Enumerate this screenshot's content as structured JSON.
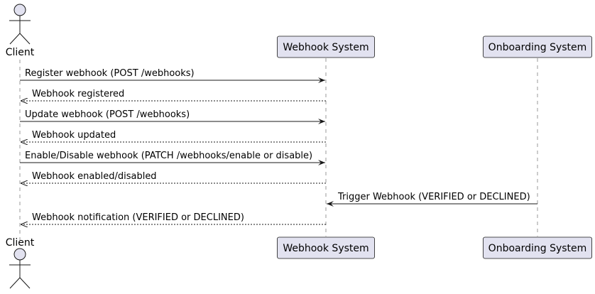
{
  "colors": {
    "participant_fill": "#E2E2F0",
    "participant_stroke": "#181818",
    "lifeline": "#999999",
    "arrow": "#181818",
    "text": "#000000"
  },
  "participants": [
    {
      "id": "client",
      "label": "Client",
      "kind": "actor"
    },
    {
      "id": "webhook",
      "label": "Webhook System",
      "kind": "box"
    },
    {
      "id": "onboarding",
      "label": "Onboarding System",
      "kind": "box"
    }
  ],
  "messages": [
    {
      "from": "client",
      "to": "webhook",
      "label": "Register webhook (POST /webhooks)",
      "style": "solid"
    },
    {
      "from": "webhook",
      "to": "client",
      "label": "Webhook registered",
      "style": "dashed"
    },
    {
      "from": "client",
      "to": "webhook",
      "label": "Update webhook (POST /webhooks)",
      "style": "solid"
    },
    {
      "from": "webhook",
      "to": "client",
      "label": "Webhook updated",
      "style": "dashed"
    },
    {
      "from": "client",
      "to": "webhook",
      "label": "Enable/Disable webhook (PATCH /webhooks/enable or disable)",
      "style": "solid"
    },
    {
      "from": "webhook",
      "to": "client",
      "label": "Webhook enabled/disabled",
      "style": "dashed"
    },
    {
      "from": "onboarding",
      "to": "webhook",
      "label": "Trigger Webhook (VERIFIED or DECLINED)",
      "style": "solid"
    },
    {
      "from": "webhook",
      "to": "client",
      "label": "Webhook notification (VERIFIED or DECLINED)",
      "style": "dashed"
    }
  ]
}
